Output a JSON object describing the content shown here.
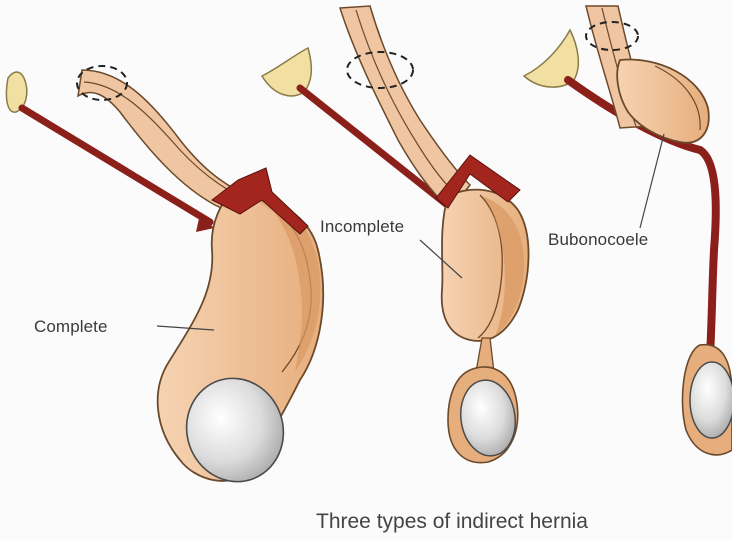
{
  "labels": {
    "complete": "Complete",
    "incomplete": "Incomplete",
    "bubonocoele": "Bubonocoele"
  },
  "caption": "Three types of indirect hernia",
  "colors": {
    "sac_light": "#f1c8a6",
    "sac_dark": "#d99a64",
    "outline": "#6b4a2c",
    "vessel": "#8b1f1a",
    "ring": "#a3261e",
    "testis": "#d9d9d9",
    "gland": "#f0e0a0"
  }
}
